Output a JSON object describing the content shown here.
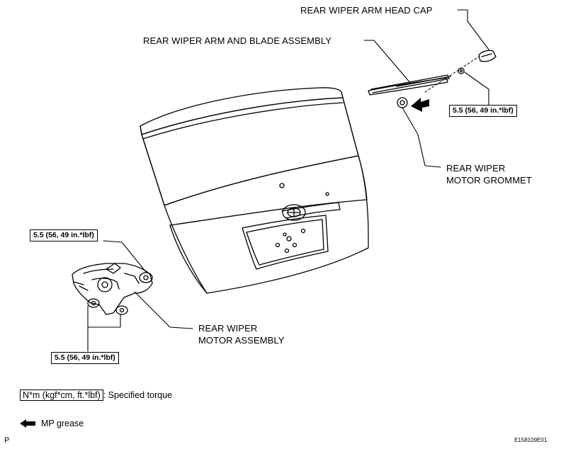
{
  "labels": {
    "head_cap": "REAR WIPER ARM HEAD CAP",
    "arm_blade": "REAR WIPER ARM AND BLADE ASSEMBLY",
    "grommet_line1": "REAR WIPER",
    "grommet_line2": "MOTOR GROMMET",
    "motor_line1": "REAR WIPER",
    "motor_line2": "MOTOR ASSEMBLY"
  },
  "torque_values": {
    "arm_nut": "5.5 (56, 49 in.*lbf)",
    "motor_upper": "5.5 (56, 49 in.*lbf)",
    "motor_lower": "5.5 (56, 49 in.*lbf)"
  },
  "legend": {
    "torque_unit": "N*m (kgf*cm, ft.*lbf)",
    "torque_desc": ": Specified torque",
    "grease_desc": "MP grease"
  },
  "footer": {
    "left_code": "P",
    "figure_id": "E158109E01"
  }
}
